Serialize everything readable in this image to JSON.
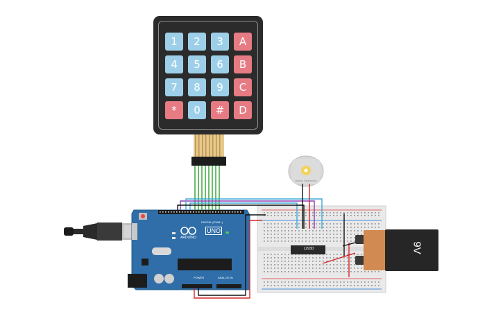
{
  "keypad": {
    "keys": [
      {
        "label": "1",
        "type": "num"
      },
      {
        "label": "2",
        "type": "num"
      },
      {
        "label": "3",
        "type": "num"
      },
      {
        "label": "A",
        "type": "fn"
      },
      {
        "label": "4",
        "type": "num"
      },
      {
        "label": "5",
        "type": "num"
      },
      {
        "label": "6",
        "type": "num"
      },
      {
        "label": "B",
        "type": "fn"
      },
      {
        "label": "7",
        "type": "num"
      },
      {
        "label": "8",
        "type": "num"
      },
      {
        "label": "9",
        "type": "num"
      },
      {
        "label": "C",
        "type": "fn"
      },
      {
        "label": "*",
        "type": "fn"
      },
      {
        "label": "0",
        "type": "num"
      },
      {
        "label": "#",
        "type": "fn"
      },
      {
        "label": "D",
        "type": "fn"
      }
    ]
  },
  "arduino": {
    "brand": "ARDUINO",
    "model": "UNO",
    "digital_label": "DIGITAL (PWM~)",
    "power_label": "POWER",
    "analog_label": "ANALOG IN"
  },
  "driver_chip": {
    "label": "L293D"
  },
  "motor": {
    "label": "Hobby Gearmotor"
  },
  "battery": {
    "label": "9V"
  },
  "colors": {
    "arduino_board": "#2f6ea8",
    "breadboard": "#e9e9e9",
    "keypad_wires": "#2ca02c",
    "battery_copper": "#d08a52",
    "battery_dark": "#262626",
    "wire_red": "#d62728",
    "wire_black": "#111111",
    "wire_purple": "#8e3bb5",
    "wire_blue": "#3fa9d6"
  }
}
